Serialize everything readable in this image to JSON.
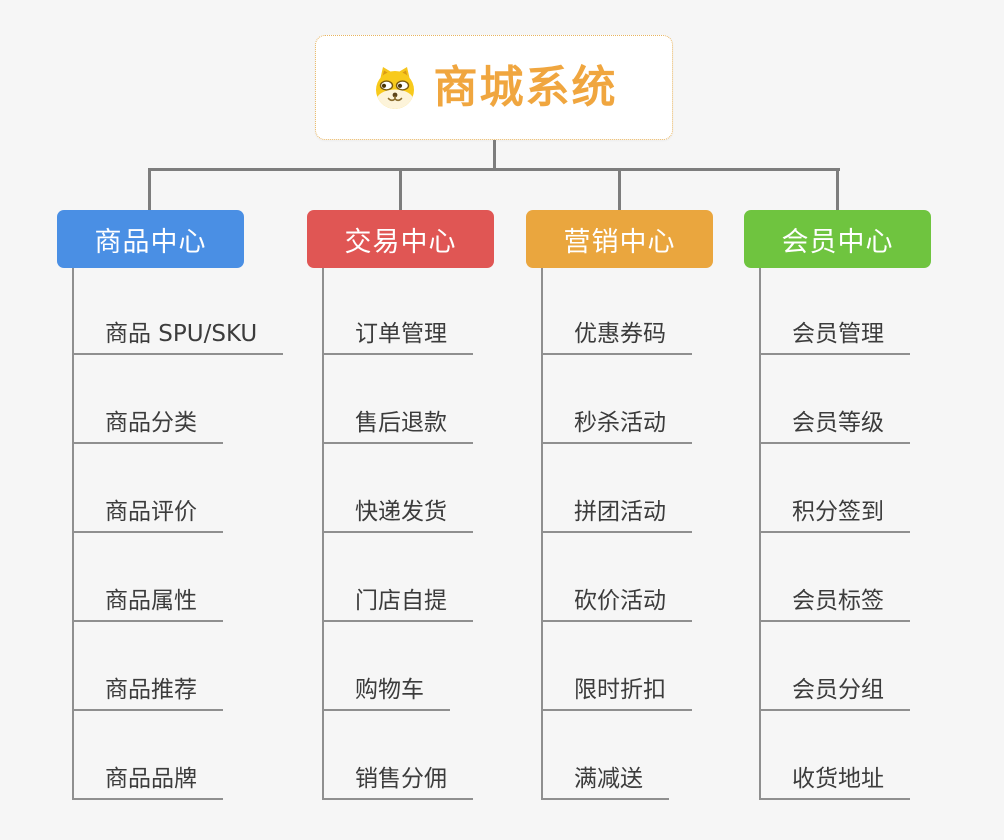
{
  "root": {
    "title": "商城系统",
    "icon": "dog-face-icon"
  },
  "branches": [
    {
      "label": "商品中心",
      "color": "#4a8fe4",
      "items": [
        "商品 SPU/SKU",
        "商品分类",
        "商品评价",
        "商品属性",
        "商品推荐",
        "商品品牌"
      ]
    },
    {
      "label": "交易中心",
      "color": "#e05654",
      "items": [
        "订单管理",
        "售后退款",
        "快递发货",
        "门店自提",
        "购物车",
        "销售分佣"
      ]
    },
    {
      "label": "营销中心",
      "color": "#eaa63e",
      "items": [
        "优惠券码",
        "秒杀活动",
        "拼团活动",
        "砍价活动",
        "限时折扣",
        "满减送"
      ]
    },
    {
      "label": "会员中心",
      "color": "#6fc43f",
      "items": [
        "会员管理",
        "会员等级",
        "积分签到",
        "会员标签",
        "会员分组",
        "收货地址"
      ]
    }
  ],
  "colors": {
    "background": "#f6f6f6",
    "connector": "#7d7d7d",
    "underline": "#8f8f8f",
    "item_text": "#3c3c3c",
    "root_text": "#f0a63f",
    "root_border": "#e8b45f"
  }
}
